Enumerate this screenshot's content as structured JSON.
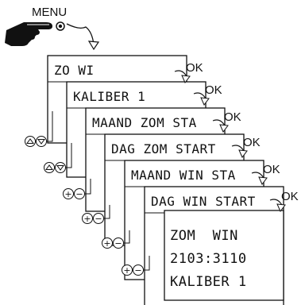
{
  "menu_label": "MENU",
  "ok_label": "OK",
  "screens": [
    {
      "text": "ZO WI"
    },
    {
      "text": "KALIBER 1"
    },
    {
      "text": "MAAND ZOM STA"
    },
    {
      "text": "DAG ZOM START"
    },
    {
      "text": "MAAND WIN STA"
    },
    {
      "text": "DAG WIN START"
    }
  ],
  "final_screen": {
    "line1": "ZOM  WIN",
    "line2": "2103:3110",
    "line3": "KALIBER 1"
  },
  "buttons": {
    "plus": "+",
    "minus": "−"
  }
}
